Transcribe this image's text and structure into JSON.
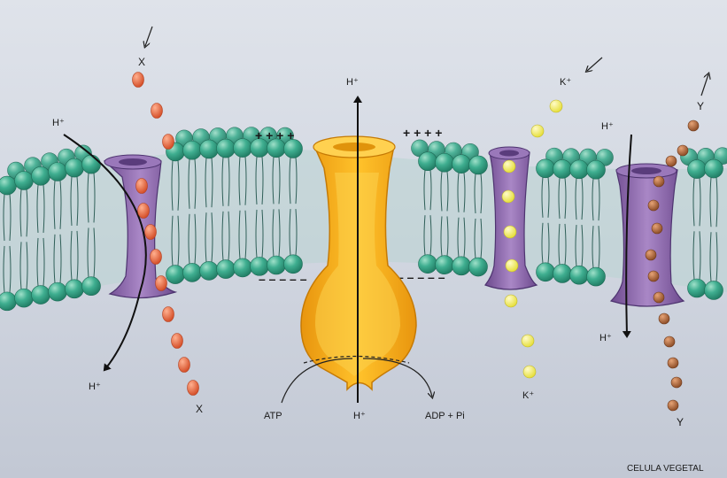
{
  "labels": {
    "x_top": "X",
    "x_bottom": "X",
    "k_top": "K⁺",
    "k_bottom": "K⁺",
    "y_top": "Y",
    "y_bottom": "Y",
    "h_left_top": "H⁺",
    "h_left_bottom": "H⁺",
    "h_pump_top": "H⁺",
    "h_pump_bottom": "H⁺",
    "h_right_top": "H⁺",
    "h_right_bottom": "H⁺",
    "atp": "ATP",
    "adp": "ADP + Pi",
    "caption": "CELULA VEGETAL"
  },
  "charges": {
    "left": "+ + + +",
    "right": "+ + + +",
    "left_neg": "– – – – –",
    "right_neg": "– – – – –"
  },
  "colors": {
    "background_top": "#d6dbe4",
    "background_bottom": "#c4cad6",
    "lipid_head": "#3aa389",
    "lipid_head_light": "#6cc7ac",
    "pump": "#f2ad17",
    "pump_light": "#fcd24e",
    "channel": "#8a63a8",
    "x_particle": "#e0613c",
    "k_particle": "#f0ec63",
    "y_particle": "#b86a3c"
  },
  "icons": {
    "pump": "atpase-pump-icon",
    "channel_left": "symport-channel-icon",
    "channel_k": "potassium-channel-icon",
    "channel_right": "antiport-channel-icon"
  }
}
